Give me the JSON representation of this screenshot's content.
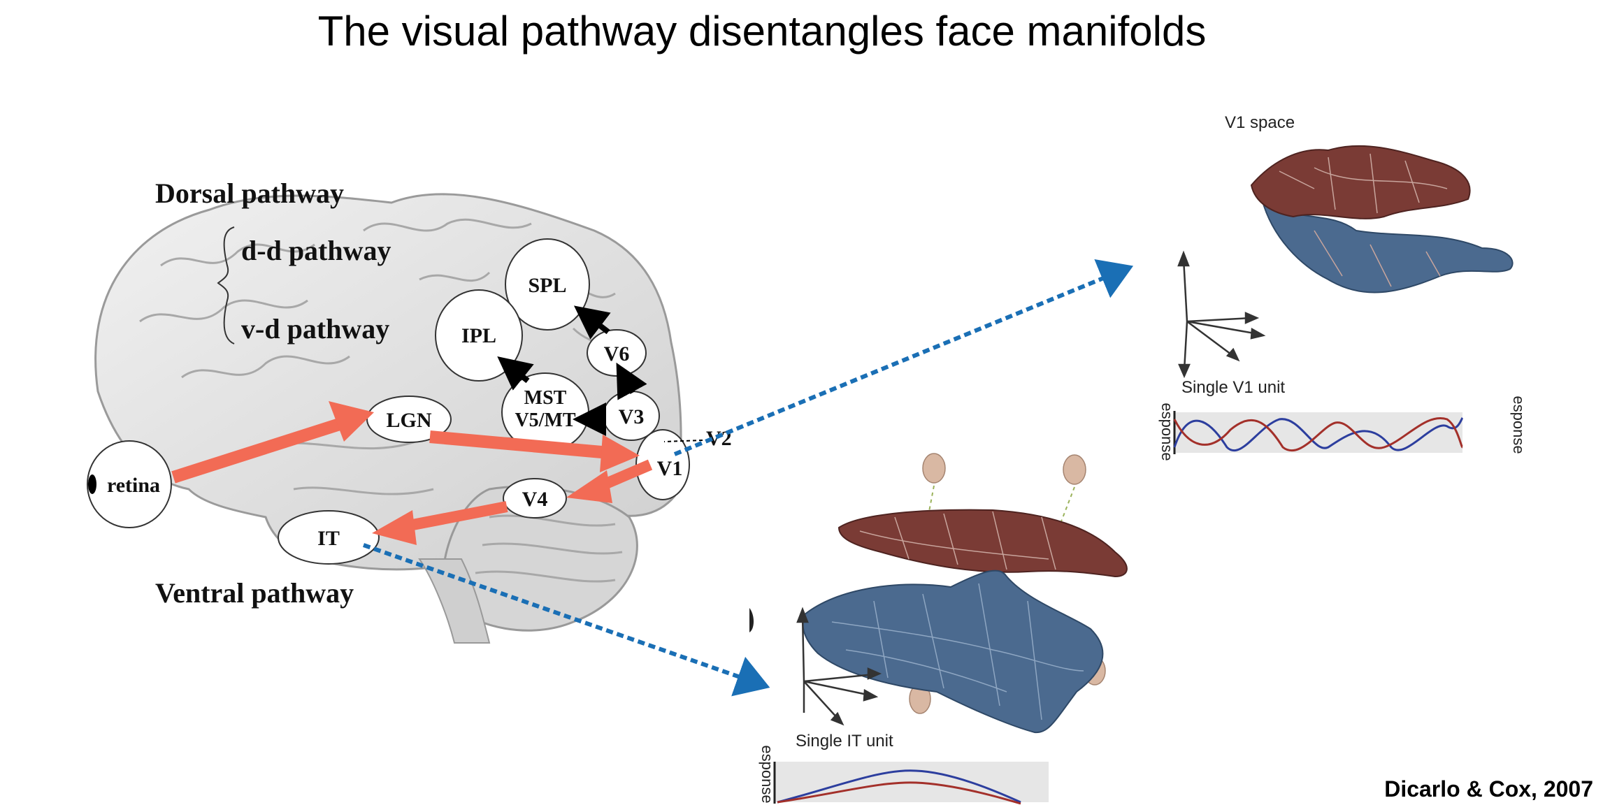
{
  "title": "The visual pathway disentangles face manifolds",
  "citation": "Dicarlo & Cox, 2007",
  "brain": {
    "dorsal_label": "Dorsal pathway",
    "dd_label": "d-d pathway",
    "vd_label": "v-d pathway",
    "ventral_label": "Ventral pathway",
    "areas": {
      "retina": "retina",
      "lgn": "LGN",
      "v1": "V1",
      "v2": "V2",
      "v3": "V3",
      "v4": "V4",
      "v6": "V6",
      "it": "IT",
      "ipl": "IPL",
      "spl": "SPL",
      "mst_line1": "MST",
      "mst_line2": "V5/MT"
    }
  },
  "v1_panel": {
    "space_label": "V1 space",
    "unit_label": "Single V1 unit",
    "response_label": "esponse",
    "response_label_right": "esponse"
  },
  "it_panel": {
    "unit_label": "Single IT unit",
    "response_label": "esponse"
  },
  "colors": {
    "pathway_arrow": "#f26b55",
    "link_arrow": "#1a6fb5",
    "manifold_red": "#7a3b35",
    "manifold_blue": "#4b6a8f"
  }
}
